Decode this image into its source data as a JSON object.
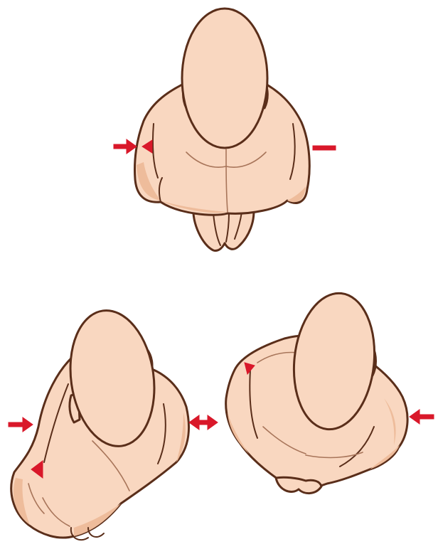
{
  "figure": {
    "colors": {
      "skin": "#f9d7c0",
      "skin_shadow": "#eebc9b",
      "outline": "#5a2e1a",
      "arrow": "#d9182a",
      "background": "#ffffff"
    },
    "panels": [
      {
        "id": "top",
        "posture": "level-shoulders"
      },
      {
        "id": "bottom-left",
        "posture": "rotated-left"
      },
      {
        "id": "bottom-right",
        "posture": "rotated-right"
      }
    ],
    "markers": [
      {
        "panel": "top",
        "type": "arrow-right",
        "side": "left"
      },
      {
        "panel": "top",
        "type": "triangle-pointer",
        "side": "left-shoulder"
      },
      {
        "panel": "top",
        "type": "dash",
        "side": "right"
      },
      {
        "panel": "bottom-left",
        "type": "arrow-right",
        "side": "left"
      },
      {
        "panel": "bottom-left",
        "type": "triangle-pointer",
        "side": "lower-left"
      },
      {
        "panel": "bottom-left",
        "type": "double-arrow",
        "side": "right"
      },
      {
        "panel": "bottom-right",
        "type": "triangle-pointer",
        "side": "upper-left"
      },
      {
        "panel": "bottom-right",
        "type": "arrow-left",
        "side": "right"
      }
    ]
  }
}
